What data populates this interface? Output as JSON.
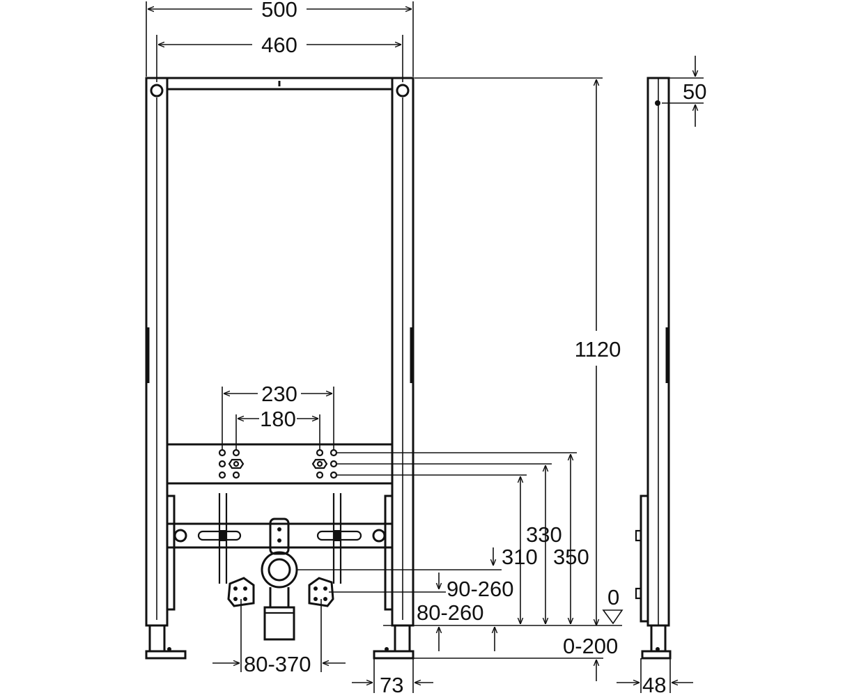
{
  "dimensions": {
    "overall_width": "500",
    "inner_width": "460",
    "height_total": "1120",
    "side_top_offset": "50",
    "tap_spacing_outer": "230",
    "tap_spacing_inner": "180",
    "height_330": "330",
    "height_310": "310",
    "height_350": "350",
    "range_90_260": "90-260",
    "range_80_260": "80-260",
    "floor_level": "0",
    "range_0_200": "0-200",
    "range_80_370": "80-370",
    "foot_offset": "73",
    "frame_depth": "48"
  },
  "colors": {
    "line": "#111111",
    "background": "#ffffff"
  }
}
